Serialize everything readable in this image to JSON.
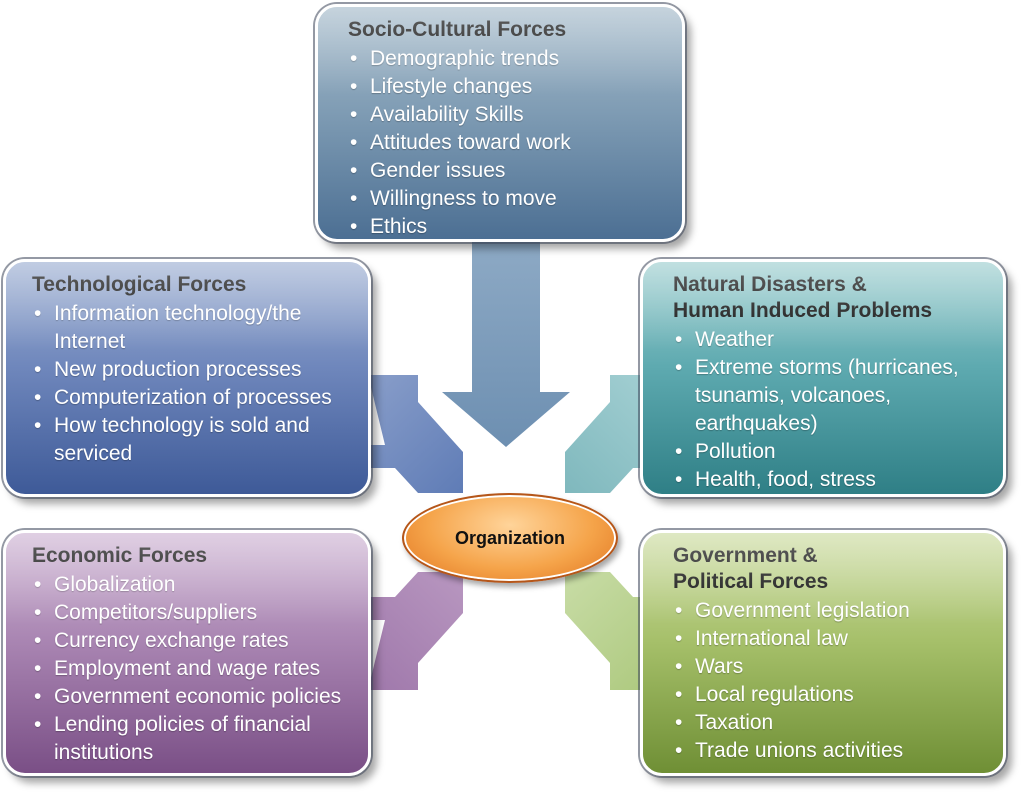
{
  "center": {
    "label": "Organization"
  },
  "boxes": {
    "socio": {
      "title": "Socio-Cultural Forces",
      "items": [
        "Demographic trends",
        "Lifestyle changes",
        "Availability Skills",
        "Attitudes toward work",
        "Gender issues",
        "Willingness to move",
        "Ethics"
      ]
    },
    "tech": {
      "title": "Technological Forces",
      "items": [
        "Information technology/the Internet",
        "New production processes",
        "Computerization of processes",
        "How technology is sold and serviced"
      ]
    },
    "natural": {
      "title_line1": "Natural Disasters &",
      "title_line2": "Human Induced Problems",
      "items": [
        "Weather",
        "Extreme storms (hurricanes, tsunamis, volcanoes, earthquakes)",
        "Pollution",
        "Health, food, stress"
      ]
    },
    "econ": {
      "title": "Economic Forces",
      "items": [
        "Globalization",
        "Competitors/suppliers",
        "Currency exchange rates",
        "Employment and wage rates",
        "Government economic policies",
        "Lending policies of financial institutions"
      ]
    },
    "gov": {
      "title_line1": "Government &",
      "title_line2": "Political Forces",
      "items": [
        "Government legislation",
        "International law",
        "Wars",
        "Local regulations",
        "Taxation",
        "Trade unions activities"
      ]
    }
  },
  "colors": {
    "arrow_socio": "#7e9dbb",
    "arrow_tech": "#6b86bd",
    "arrow_natural": "#8cc3c7",
    "arrow_econ": "#a984b2",
    "arrow_gov": "#b5cf8a",
    "center_fill": "#f5a44a"
  }
}
